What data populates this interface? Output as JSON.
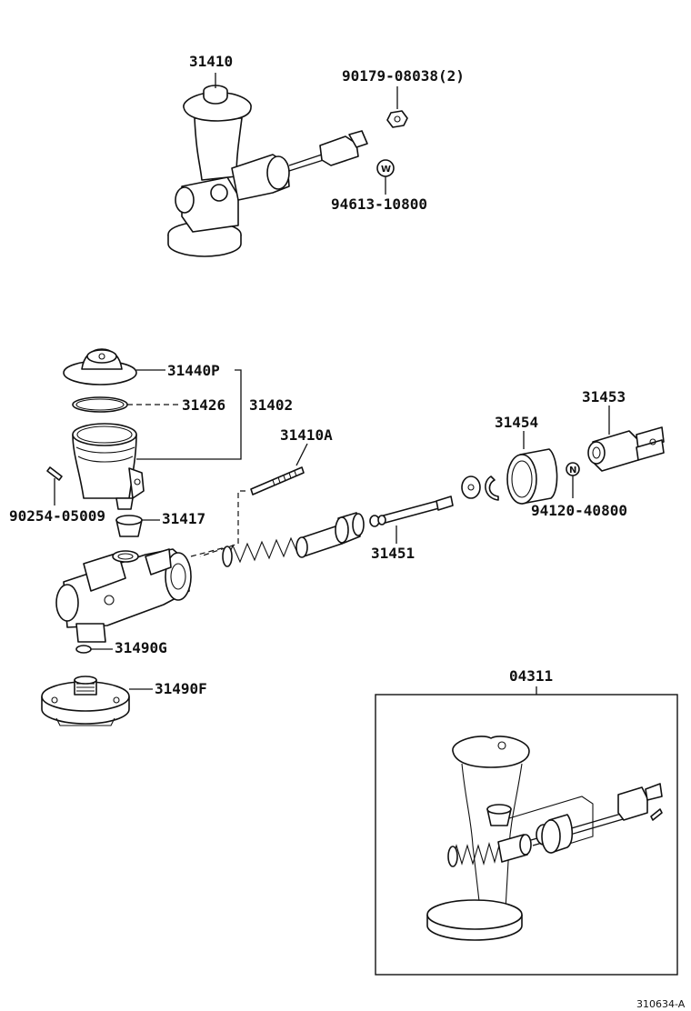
{
  "labels": {
    "p31410": "31410",
    "p90179": "90179-08038(2)",
    "p94613": "94613-10800",
    "p31440p": "31440P",
    "p31426": "31426",
    "p31402": "31402",
    "p31410a": "31410A",
    "p90254": "90254-05009",
    "p31417": "31417",
    "p31454": "31454",
    "p31453": "31453",
    "p94120": "94120-40800",
    "p31451": "31451",
    "p31490g": "31490G",
    "p31490f": "31490F",
    "p04311": "04311"
  },
  "marks": {
    "washer": "W",
    "nut": "N"
  },
  "footer": {
    "code": "310634-A"
  }
}
